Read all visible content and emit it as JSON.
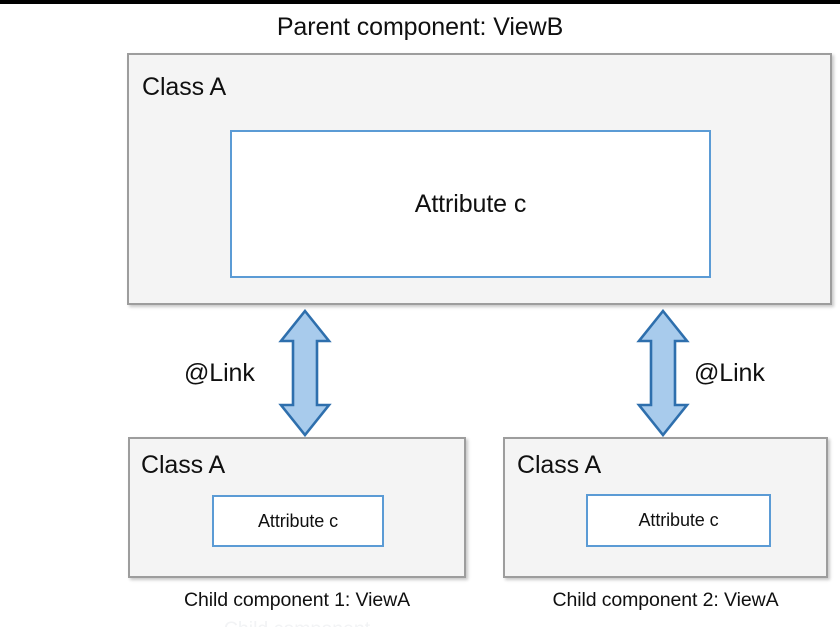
{
  "diagram": {
    "title": "Parent component: ViewB",
    "parent": {
      "class_label": "Class A",
      "attribute_label": "Attribute c"
    },
    "children": [
      {
        "class_label": "Class A",
        "attribute_label": "Attribute c",
        "caption": "Child component 1: ViewA",
        "link_label": "@Link"
      },
      {
        "class_label": "Class A",
        "attribute_label": "Attribute c",
        "caption": "Child component 2: ViewA",
        "link_label": "@Link"
      }
    ],
    "ghost_caption": "Child component",
    "colors": {
      "accent_blue": "#5b9bd5",
      "arrow_fill": "#a8cbec",
      "arrow_stroke": "#2e6fad",
      "box_border": "#9d9d9d",
      "box_fill": "#f4f4f4",
      "text": "#101010"
    }
  }
}
